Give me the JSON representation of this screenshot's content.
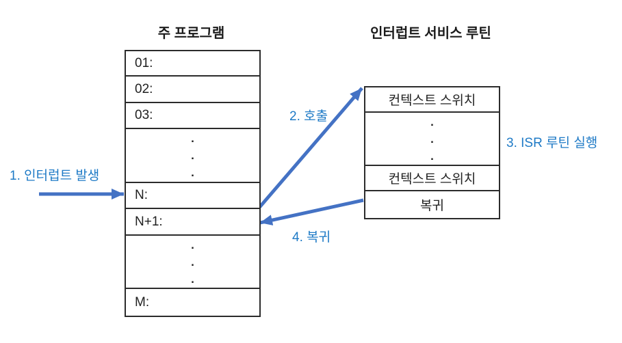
{
  "diagram": {
    "main_program": {
      "title": "주 프로그램",
      "rows": {
        "r0": "01:",
        "r1": "02:",
        "r2": "03:",
        "r3": ".\n.\n.",
        "r4": "N:",
        "r5": "N+1:",
        "r6": ".\n.\n.",
        "r7": "M:"
      }
    },
    "isr": {
      "title": "인터럽트 서비스 루틴",
      "rows": {
        "r0": "컨텍스트 스위치",
        "r1": ".\n.\n.",
        "r2": "컨텍스트 스위치",
        "r3": "복귀"
      }
    },
    "annotations": {
      "step1": "1. 인터럽트 발생",
      "step2": "2. 호출",
      "step3": "3. ISR 루틴 실행",
      "step4": "4. 복귀"
    },
    "colors": {
      "arrow_blue": "#4472C4",
      "label_blue": "#1E7AC6",
      "line_black": "#2B2B2B",
      "background": "#FFFFFF"
    }
  }
}
